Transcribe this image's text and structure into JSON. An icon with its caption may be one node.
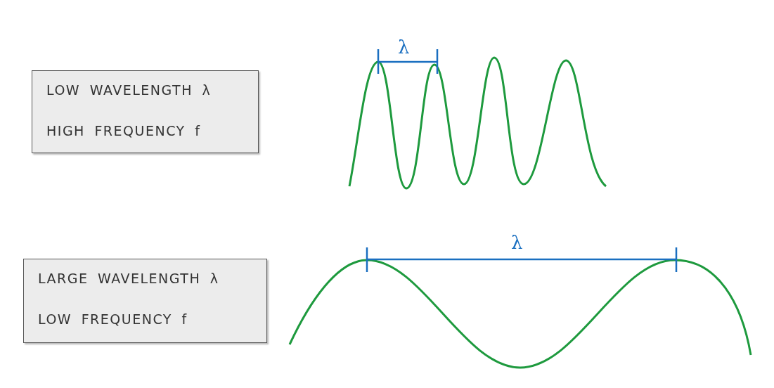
{
  "diagram": {
    "nodes": [
      {
        "text": [
          "LOW WAVELENGTH λ",
          "HIGH FREQUENCY f"
        ]
      },
      {
        "text": [
          "LARGE WAVELENGTH λ",
          "LOW FREQUENCY f"
        ]
      }
    ],
    "labels": [
      "λ",
      "λ"
    ]
  }
}
